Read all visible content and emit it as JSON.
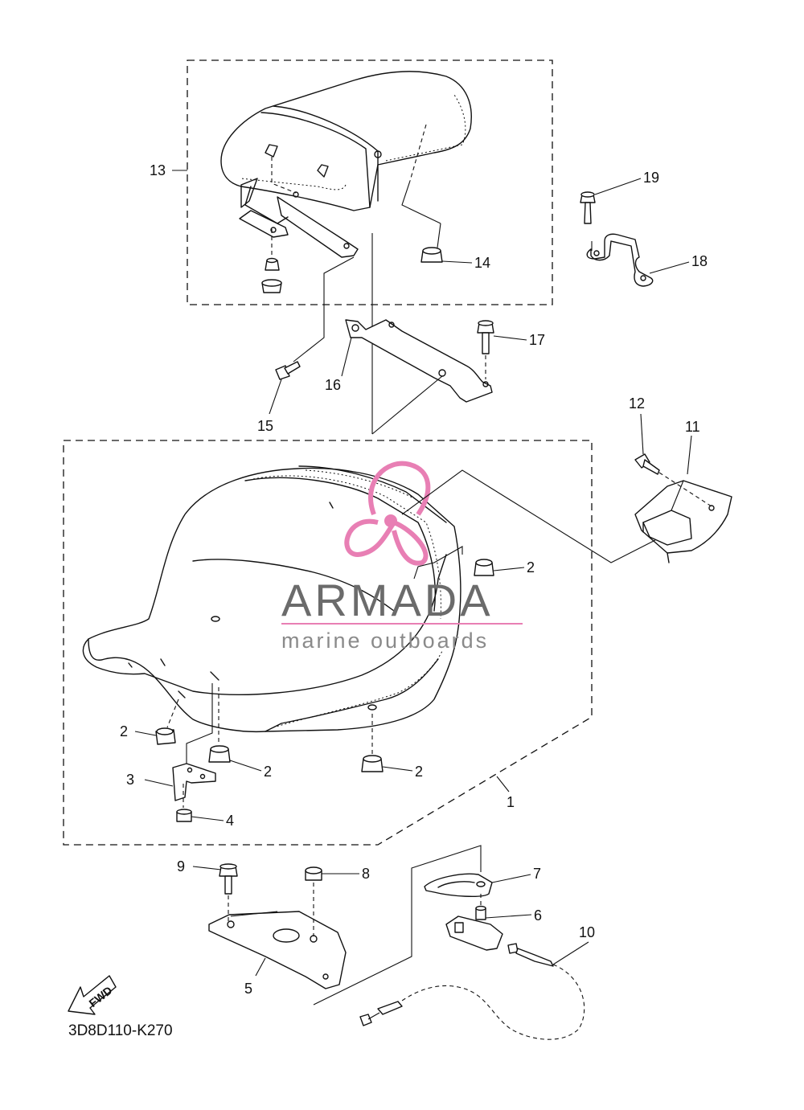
{
  "watermark": {
    "title": "ARMADA",
    "subtitle": "marine outboards",
    "logo_color": "#e87fb4",
    "text_color": "#6b6b6b"
  },
  "diagram_code": "3D8D110-K270",
  "fwd_label": "FWD",
  "callouts": {
    "c1": "1",
    "c2a": "2",
    "c2b": "2",
    "c2c": "2",
    "c2d": "2",
    "c3": "3",
    "c4": "4",
    "c5": "5",
    "c6": "6",
    "c7": "7",
    "c8": "8",
    "c9": "9",
    "c10": "10",
    "c11": "11",
    "c12": "12",
    "c13": "13",
    "c14": "14",
    "c15": "15",
    "c16": "16",
    "c17": "17",
    "c18": "18",
    "c19": "19"
  }
}
